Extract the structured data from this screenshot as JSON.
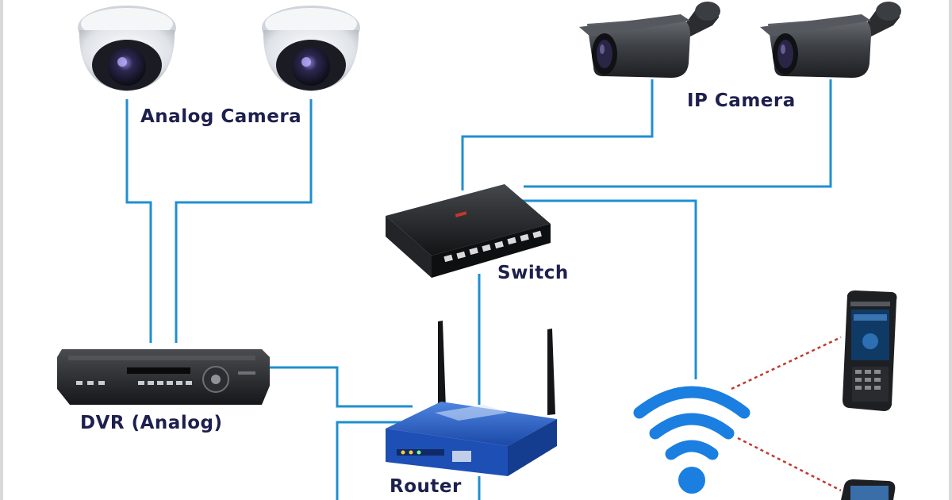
{
  "labels": {
    "analog_camera": "Analog Camera",
    "ip_camera": "IP Camera",
    "switch": "Switch",
    "dvr": "DVR (Analog)",
    "router": "Router"
  },
  "colors": {
    "wire": "#1f8fd0",
    "label_text": "#1d1f4d",
    "wifi": "#1a7fe0",
    "wireless_link": "#c0392b"
  },
  "icons": {
    "analog_camera": "dome-camera-icon",
    "ip_camera": "bullet-camera-icon",
    "switch": "network-switch-icon",
    "dvr": "dvr-recorder-icon",
    "router": "wireless-router-icon",
    "wifi": "wifi-signal-icon",
    "phone": "smartphone-icon"
  }
}
